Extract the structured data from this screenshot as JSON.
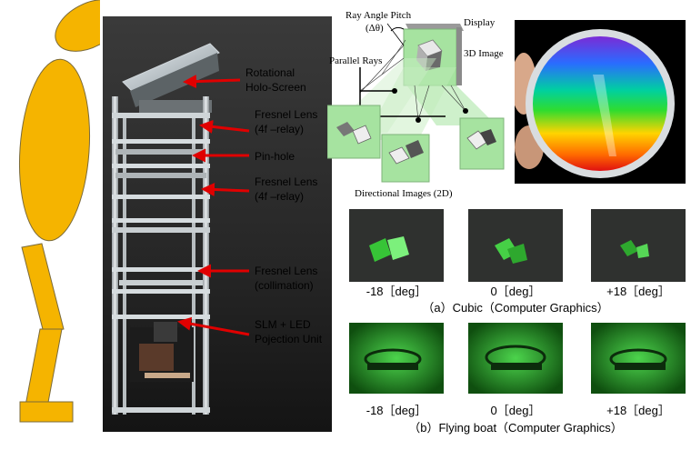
{
  "apparatus": {
    "labels": [
      {
        "line1": "Rotational",
        "line2": "Holo-Screen"
      },
      {
        "line1": "Fresnel Lens",
        "line2": "(4f –relay)"
      },
      {
        "line1": "Pin-hole",
        "line2": ""
      },
      {
        "line1": "Fresnel Lens",
        "line2": "(4f –relay)"
      },
      {
        "line1": "Fresnel Lens",
        "line2": "(collimation)"
      },
      {
        "line1": "SLM + LED",
        "line2": "Pojection Unit"
      }
    ]
  },
  "principle": {
    "ray_angle_pitch": "Ray Angle Pitch",
    "delta_theta": "(Δθ)",
    "display": "Display",
    "image_3d": "3D Image",
    "parallel_rays": "Parallel Rays",
    "directional_images": "Directional Images (2D)"
  },
  "results": {
    "row_a": {
      "labels": [
        "-18［deg］",
        "0［deg］",
        "+18［deg］"
      ],
      "caption": "（a）Cubic（Computer Graphics）"
    },
    "row_b": {
      "labels": [
        "-18［deg］",
        "0［deg］",
        "+18［deg］"
      ],
      "caption": "（b）Flying boat（Computer Graphics）"
    }
  },
  "colors": {
    "figure_body": "#f5b400",
    "arrow": "#e00000",
    "green_panel": "#a6e3a0"
  }
}
